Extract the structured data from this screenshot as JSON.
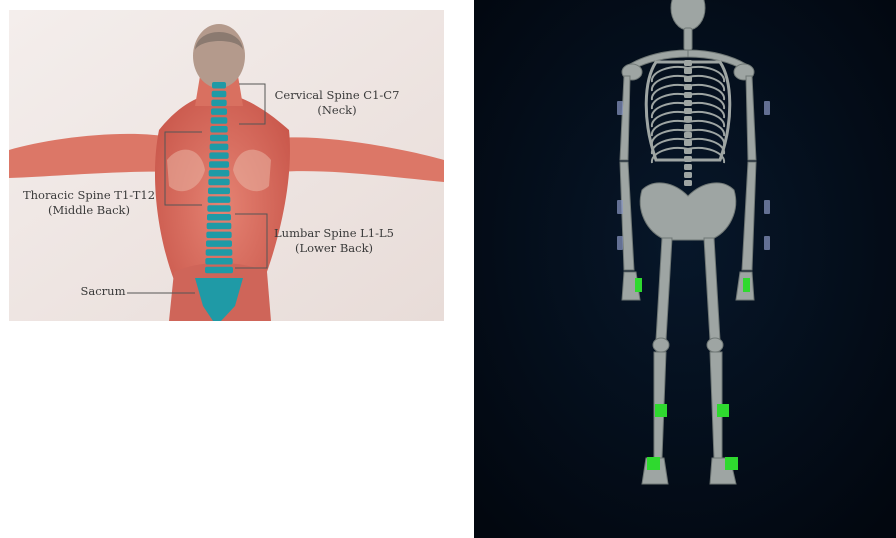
{
  "spine_figure": {
    "labels": {
      "cervical": {
        "title": "Cervical Spine C1-C7",
        "sub": "(Neck)"
      },
      "thoracic": {
        "title": "Thoracic Spine T1-T12",
        "sub": "(Middle Back)"
      },
      "lumbar": {
        "title": "Lumbar Spine L1-L5",
        "sub": "(Lower Back)"
      },
      "sacrum": {
        "title": "Sacrum"
      }
    },
    "colors": {
      "background": "#efe6e3",
      "spine": "#1f9aa6",
      "muscle": "#d9695c",
      "skin": "#e9b4a4"
    }
  },
  "skeleton_viewer": {
    "colors": {
      "background": "#030c18",
      "bone": "#9ea5a3",
      "sensor": "#2fd92f",
      "marker": "#8b98c4"
    }
  }
}
